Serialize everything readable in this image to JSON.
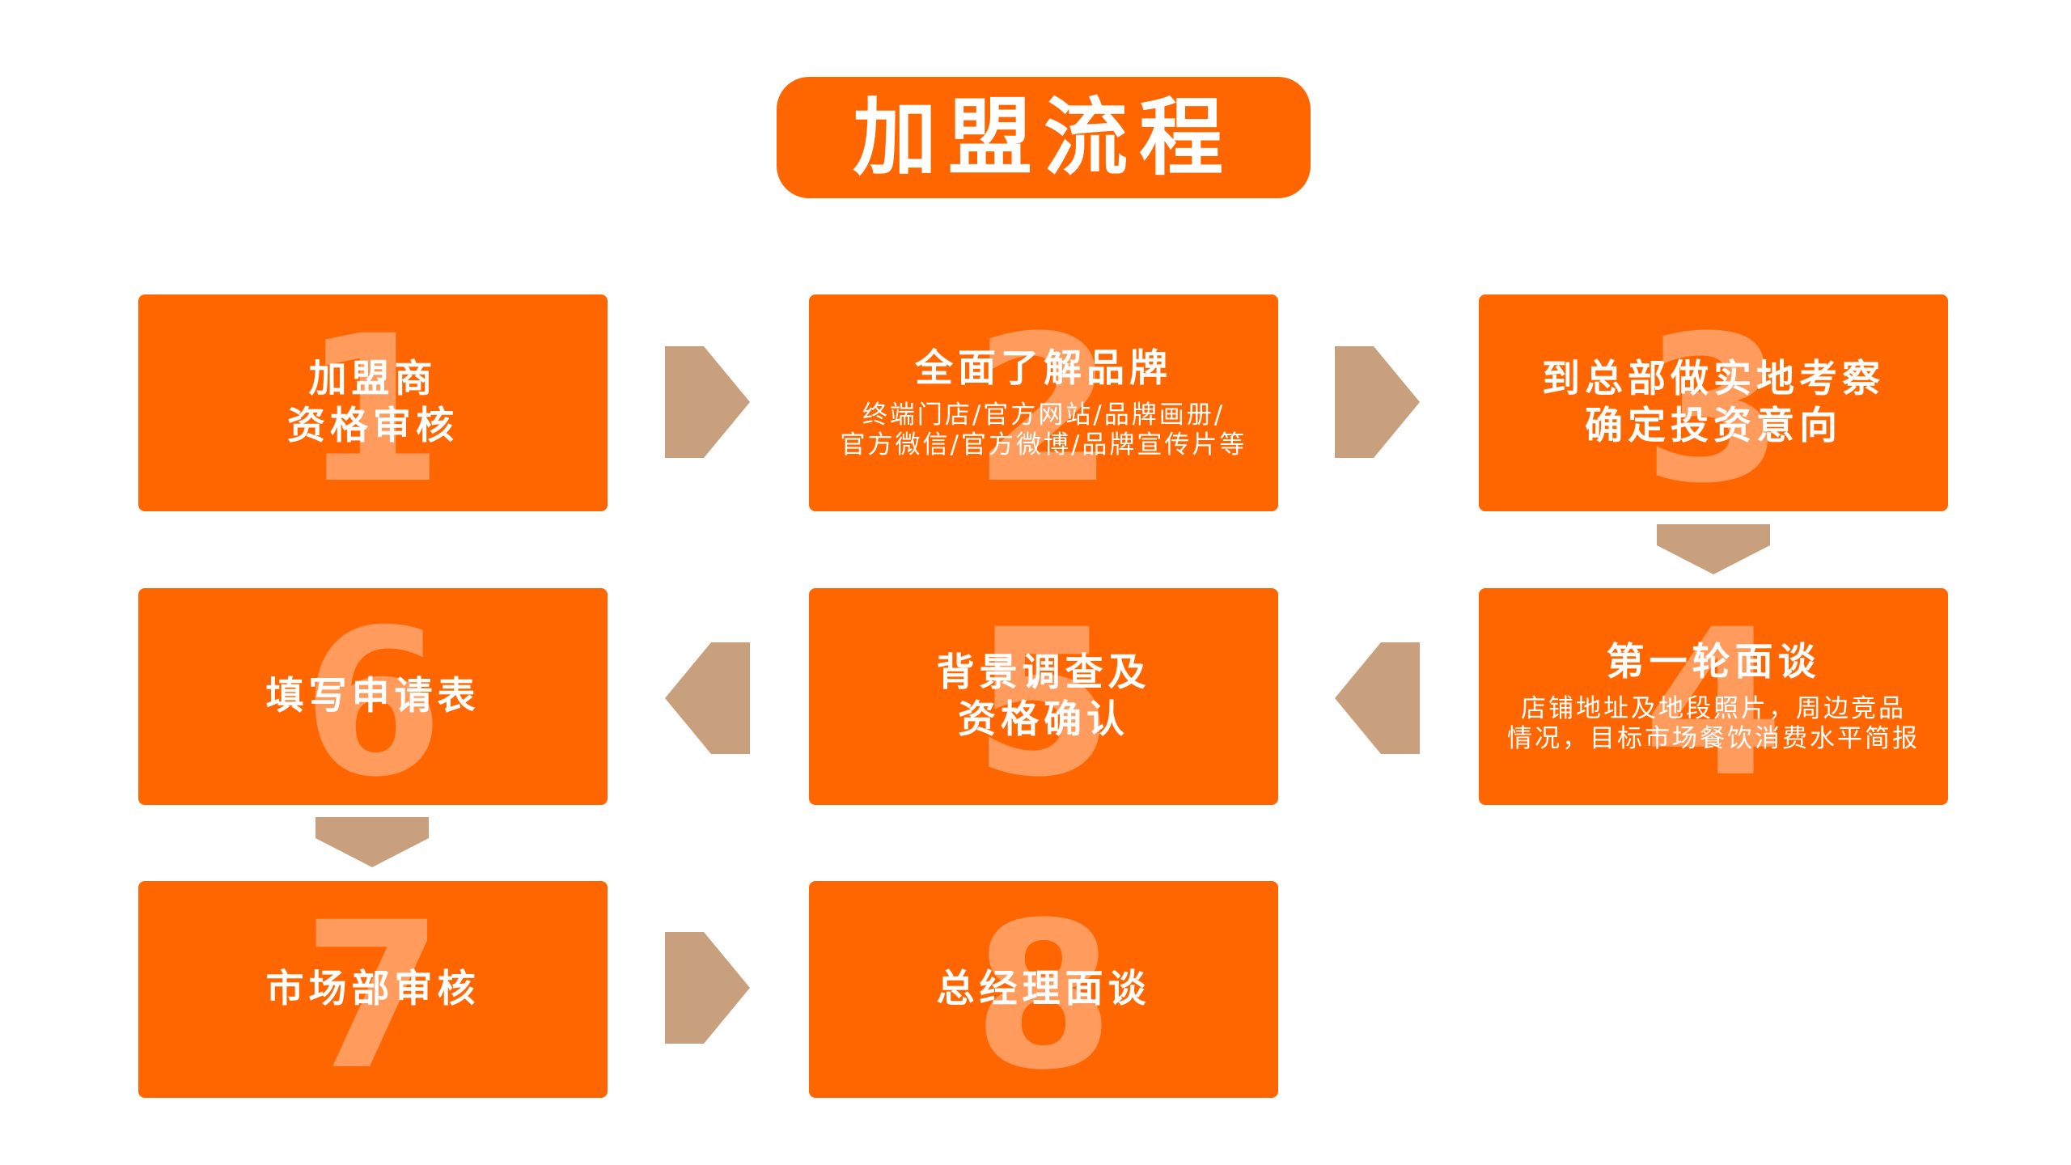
{
  "title": "加盟流程",
  "colors": {
    "box": "#FF6600",
    "arrow": "#C9A07E",
    "text": "#FFFFFF",
    "background": "#FFFFFF"
  },
  "steps": [
    {
      "number": "1",
      "title_lines": [
        "加盟商",
        "资格审核"
      ],
      "sub_lines": []
    },
    {
      "number": "2",
      "title_lines": [
        "全面了解品牌"
      ],
      "sub_lines": [
        "终端门店/官方网站/品牌画册/",
        "官方微信/官方微博/品牌宣传片等"
      ]
    },
    {
      "number": "3",
      "title_lines": [
        "到总部做实地考察",
        "确定投资意向"
      ],
      "sub_lines": []
    },
    {
      "number": "4",
      "title_lines": [
        "第一轮面谈"
      ],
      "sub_lines": [
        "店铺地址及地段照片，周边竞品",
        "情况，目标市场餐饮消费水平简报"
      ]
    },
    {
      "number": "5",
      "title_lines": [
        "背景调查及",
        "资格确认"
      ],
      "sub_lines": []
    },
    {
      "number": "6",
      "title_lines": [
        "填写申请表"
      ],
      "sub_lines": []
    },
    {
      "number": "7",
      "title_lines": [
        "市场部审核"
      ],
      "sub_lines": []
    },
    {
      "number": "8",
      "title_lines": [
        "总经理面谈"
      ],
      "sub_lines": []
    }
  ],
  "arrows": [
    {
      "from": "1",
      "to": "2",
      "direction": "right"
    },
    {
      "from": "2",
      "to": "3",
      "direction": "right"
    },
    {
      "from": "3",
      "to": "4",
      "direction": "down"
    },
    {
      "from": "4",
      "to": "5",
      "direction": "left"
    },
    {
      "from": "5",
      "to": "6",
      "direction": "left"
    },
    {
      "from": "6",
      "to": "7",
      "direction": "down"
    },
    {
      "from": "7",
      "to": "8",
      "direction": "right"
    }
  ]
}
